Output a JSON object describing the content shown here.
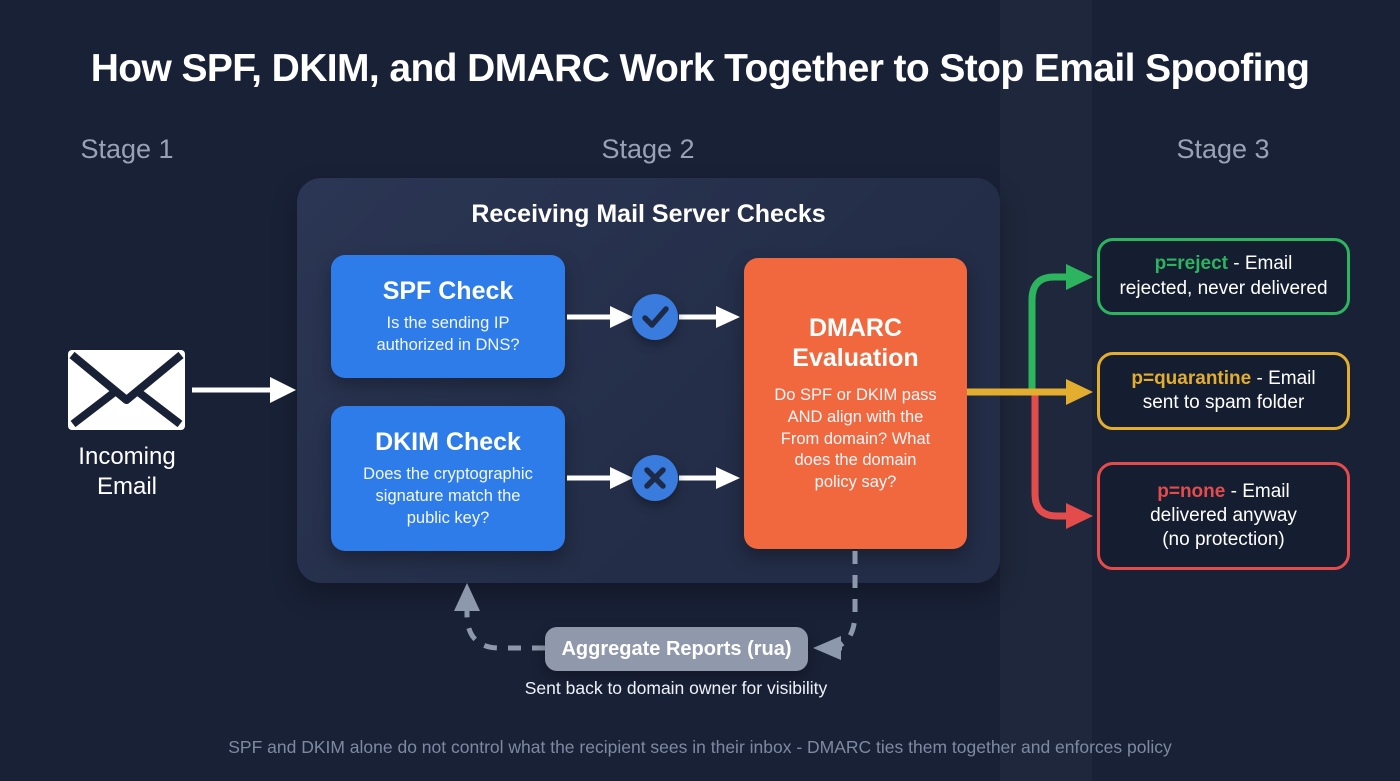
{
  "title": "How SPF, DKIM, and DMARC Work Together to Stop Email Spoofing",
  "stages": [
    "Stage 1",
    "Stage 2",
    "Stage 3"
  ],
  "incoming_email": {
    "label": "Incoming Email",
    "icon": "envelope-icon"
  },
  "server_panel": {
    "heading": "Receiving Mail Server Checks",
    "spf": {
      "title": "SPF Check",
      "question": "Is the sending IP\nauthorized in DNS?",
      "result_icon": "check-icon"
    },
    "dkim": {
      "title": "DKIM Check",
      "question": "Does the cryptographic\nsignature match the\npublic key?",
      "result_icon": "cross-icon"
    },
    "dmarc": {
      "title": "DMARC Evaluation",
      "question": "Do SPF or DKIM pass\nAND align with the\nFrom domain? What\ndoes the domain\npolicy say?"
    }
  },
  "outcomes": [
    {
      "policy": "p=reject",
      "description": " - Email\nrejected, never delivered",
      "color": "#2db45f"
    },
    {
      "policy": "p=quarantine",
      "description": " - Email\nsent to spam folder",
      "color": "#e3ae2f"
    },
    {
      "policy": "p=none",
      "description": " - Email\ndelivered anyway\n(no protection)",
      "color": "#e44c4c"
    }
  ],
  "reports": {
    "pill_label": "Aggregate Reports (rua)",
    "caption": "Sent back to domain owner for visibility"
  },
  "footer_note": "SPF and DKIM alone do not control what the recipient sees in their inbox - DMARC ties them together and enforces policy",
  "colors": {
    "bg": "#192137",
    "panel": "#263149",
    "blue": "#2e7cea",
    "badge": "#3a7cdd",
    "glyph": "#1d2b49",
    "orange": "#f1683e",
    "green": "#2db45f",
    "yellow": "#e3ae2f",
    "red": "#e44c4c",
    "pill": "#9aa4b5",
    "muted": "#99a2b5",
    "footer": "#7e89a0",
    "dashed": "#8e98ac"
  }
}
